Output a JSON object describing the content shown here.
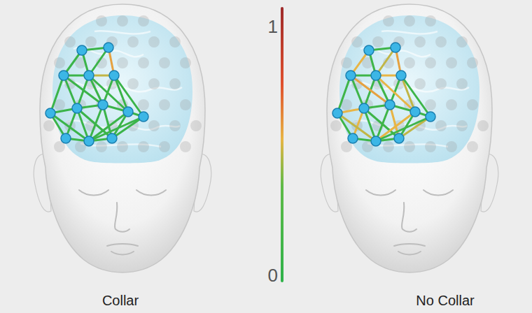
{
  "diagram": {
    "labels": [
      "1",
      "0",
      "Collar",
      "No Collar"
    ]
  }
}
